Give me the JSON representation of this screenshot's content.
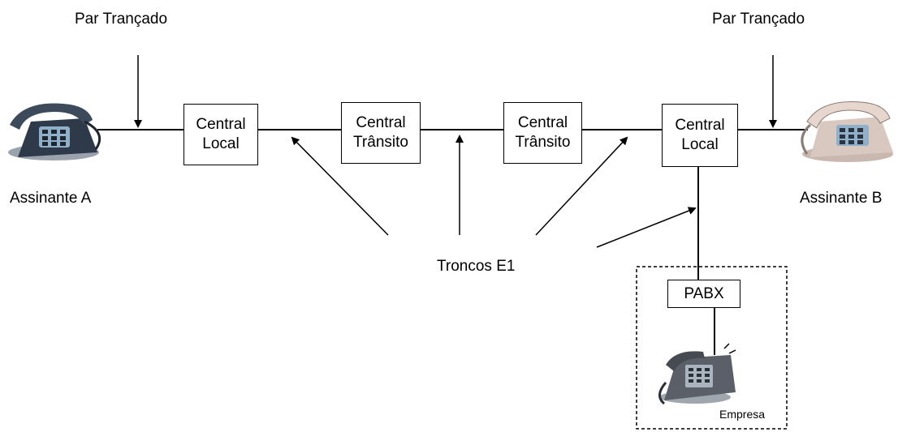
{
  "labels": {
    "twisted_pair_left": "Par Trançado",
    "twisted_pair_right": "Par Trançado",
    "subscriber_a": "Assinante A",
    "subscriber_b": "Assinante B",
    "trunks": "Troncos E1",
    "company": "Empresa"
  },
  "nodes": {
    "local_left": {
      "line1": "Central",
      "line2": "Local"
    },
    "transit_left": {
      "line1": "Central",
      "line2": "Trânsito"
    },
    "transit_right": {
      "line1": "Central",
      "line2": "Trânsito"
    },
    "local_right": {
      "line1": "Central",
      "line2": "Local"
    },
    "pabx": {
      "label": "PABX"
    }
  },
  "colors": {
    "line": "#000000",
    "phone_body": "#2e3a4a",
    "phone_screen": "#8fb0c8",
    "phone_right_body": "#d9c8c0",
    "pabx_phone_body": "#5b6068"
  }
}
